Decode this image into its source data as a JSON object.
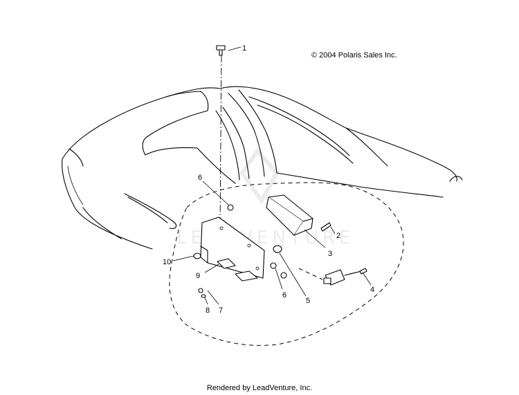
{
  "copyright": "© 2004 Polaris Sales Inc.",
  "footer": "Rendered by LeadVenture, Inc.",
  "watermark": "LEADVENTURE",
  "callouts": [
    "1",
    "2",
    "3",
    "4",
    "5",
    "6",
    "6",
    "7",
    "8",
    "9",
    "10"
  ]
}
